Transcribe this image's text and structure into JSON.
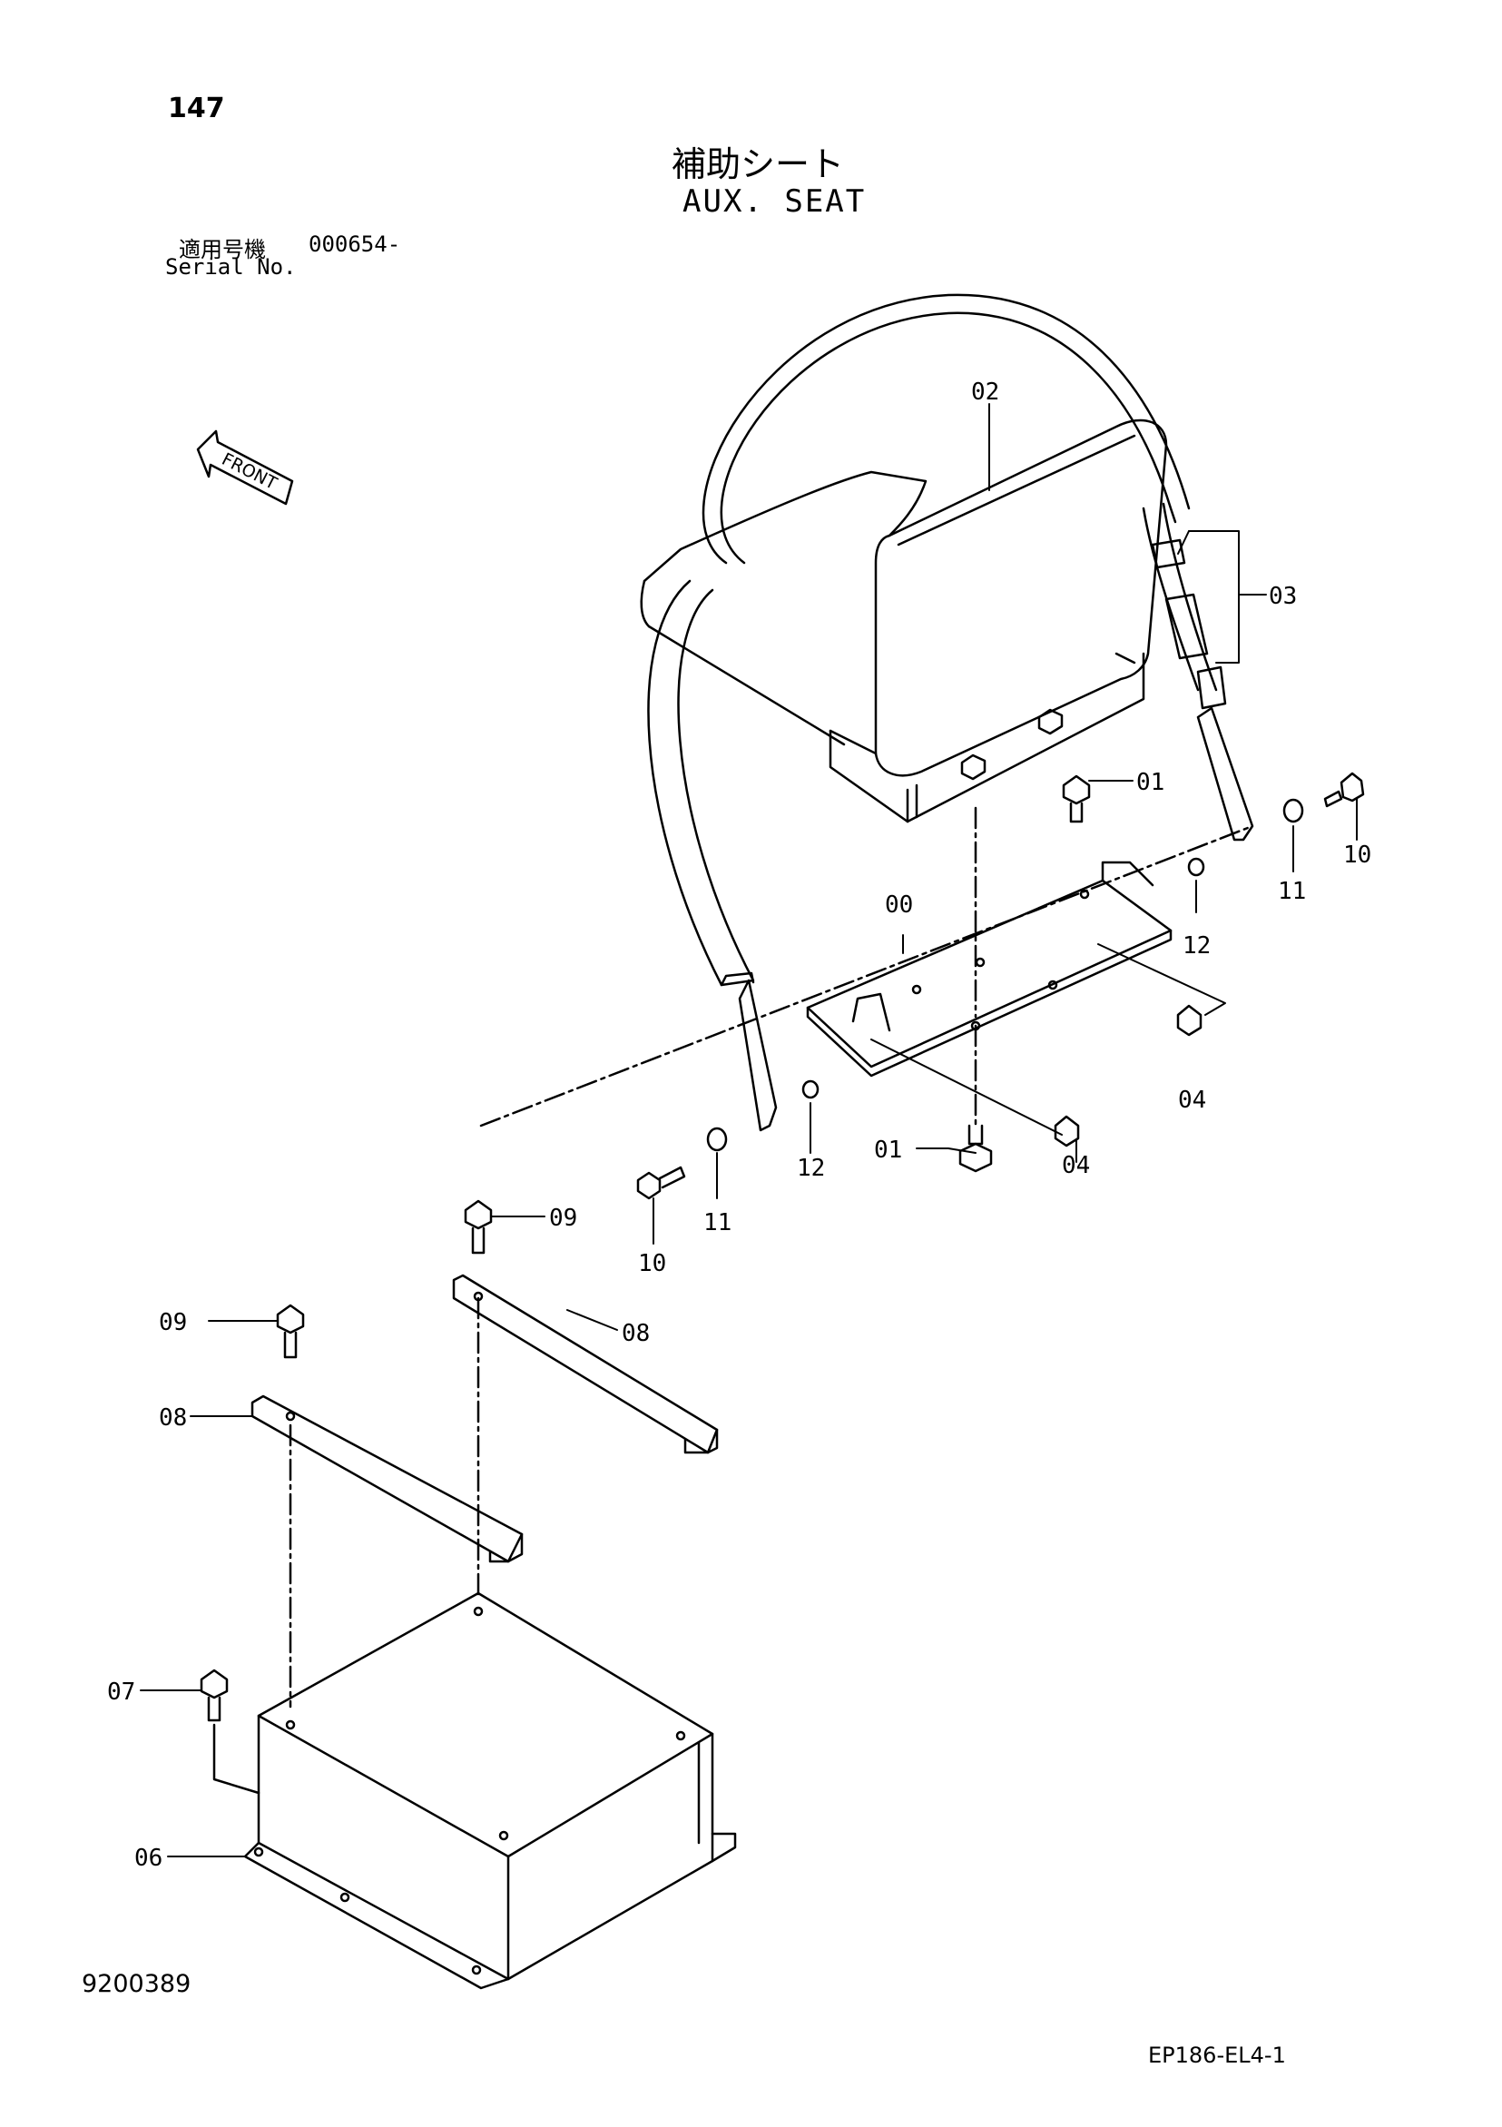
{
  "header": {
    "page_number": "147",
    "title_jp": "補助シート",
    "title_en": "AUX. SEAT",
    "serial_label_jp": "適用号機",
    "serial_range": "000654-",
    "serial_label_en": "Serial No."
  },
  "front_indicator": {
    "label": "FRONT",
    "icon": "front-arrow-icon"
  },
  "callouts": [
    {
      "id": "callout-00",
      "text": "00"
    },
    {
      "id": "callout-01-top",
      "text": "01"
    },
    {
      "id": "callout-01-bottom",
      "text": "01"
    },
    {
      "id": "callout-02",
      "text": "02"
    },
    {
      "id": "callout-03",
      "text": "03"
    },
    {
      "id": "callout-04-right",
      "text": "04"
    },
    {
      "id": "callout-04-bottom",
      "text": "04"
    },
    {
      "id": "callout-06",
      "text": "06"
    },
    {
      "id": "callout-07",
      "text": "07"
    },
    {
      "id": "callout-08-right",
      "text": "08"
    },
    {
      "id": "callout-08-left",
      "text": "08"
    },
    {
      "id": "callout-09-right",
      "text": "09"
    },
    {
      "id": "callout-09-left",
      "text": "09"
    },
    {
      "id": "callout-10-right",
      "text": "10"
    },
    {
      "id": "callout-10-left",
      "text": "10"
    },
    {
      "id": "callout-11-right",
      "text": "11"
    },
    {
      "id": "callout-11-left",
      "text": "11"
    },
    {
      "id": "callout-12-right",
      "text": "12"
    },
    {
      "id": "callout-12-left",
      "text": "12"
    }
  ],
  "footer": {
    "document_number": "9200389",
    "reference_code": "EP186-EL4-1"
  }
}
